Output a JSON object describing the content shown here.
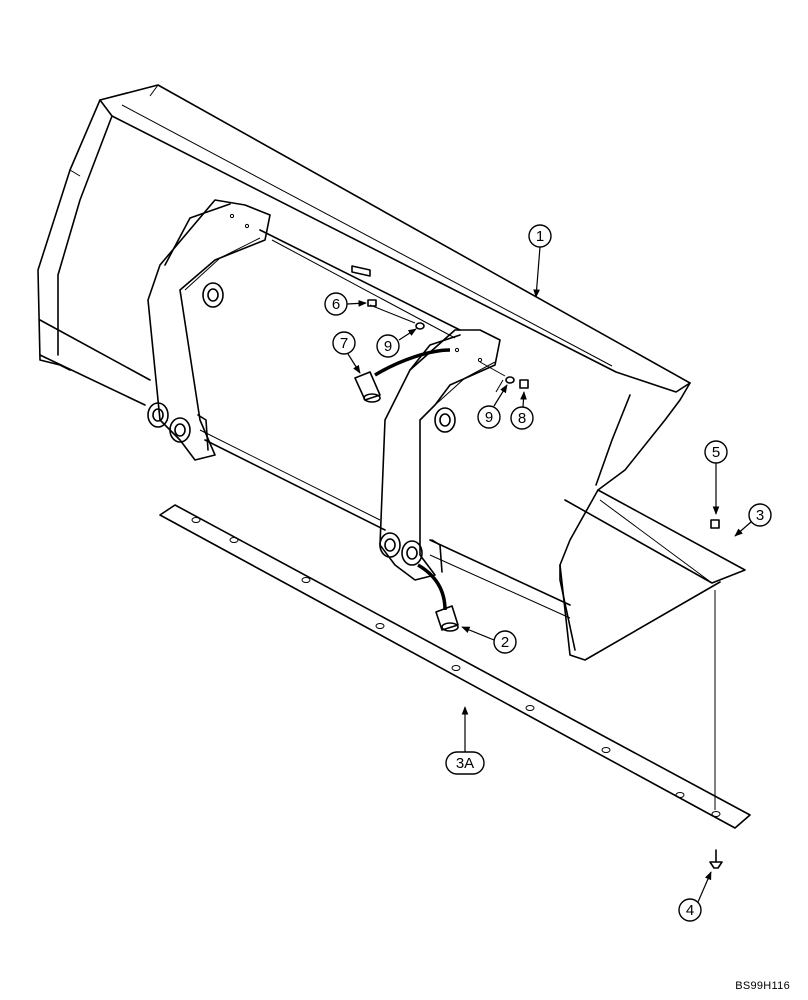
{
  "callouts": {
    "c1": "1",
    "c2": "2",
    "c3": "3",
    "c3a": "3A",
    "c4": "4",
    "c5": "5",
    "c6": "6",
    "c7": "7",
    "c8": "8",
    "c9a": "9",
    "c9b": "9"
  },
  "drawing_code": "BS99H116"
}
